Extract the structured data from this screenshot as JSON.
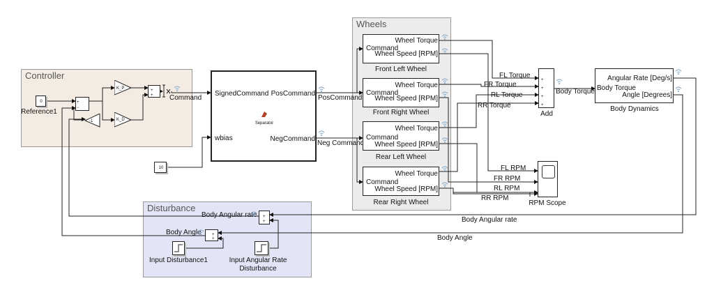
{
  "colors": {
    "controller_area": "#f4ece3",
    "wheels_area": "#ececec",
    "disturbance_area": "#e4e4f7",
    "wifi_icon": "#7fa7cc",
    "separator_icon": "#b0442a"
  },
  "areas": {
    "controller": "Controller",
    "wheels": "Wheels",
    "disturbance": "Disturbance"
  },
  "controller": {
    "reference_value": "0",
    "reference_label": "Reference1",
    "kp": "K_P",
    "kd": "K_D",
    "neg_gain": "-1",
    "output_label": "Command"
  },
  "separator": {
    "in_signed": "SignedCommand",
    "in_wbias": "wbias",
    "out_pos": "PosCommand",
    "out_neg": "NegCommand",
    "icon_label": "Separator",
    "bias_value": "10"
  },
  "signals": {
    "pos_command": "PosCommand",
    "neg_command": "Neg Command",
    "fl_torque": "FL Torque",
    "fr_torque": "FR Torque",
    "rl_torque": "RL Torque",
    "rr_torque": "RR Torque",
    "body_torque": "Body Torque",
    "fl_rpm": "FL RPM",
    "fr_rpm": "FR RPM",
    "rl_rpm": "RL RPM",
    "rr_rpm": "RR RPM",
    "body_angular_rate": "Body Angular rate",
    "body_angle": "Body Angle"
  },
  "wheels": [
    {
      "name": "Front Left Wheel",
      "in_port": "Command",
      "out_torque": "Wheel Torque",
      "out_speed": "Wheel Speed [RPM]"
    },
    {
      "name": "Front Right Wheel",
      "in_port": "Command",
      "out_torque": "Wheel Torque",
      "out_speed": "Wheel Speed [RPM]"
    },
    {
      "name": "Rear Left Wheel",
      "in_port": "Command",
      "out_torque": "Wheel Torque",
      "out_speed": "Wheel Speed [RPM]"
    },
    {
      "name": "Rear Right Wheel",
      "in_port": "Command",
      "out_torque": "Wheel Torque",
      "out_speed": "Wheel Speed [RPM]"
    }
  ],
  "add_block": {
    "name": "Add"
  },
  "scope": {
    "name": "RPM Scope"
  },
  "body_dynamics": {
    "name": "Body Dynamics",
    "in_port": "Body Torque",
    "out_rate": "Angular Rate [Deg/s]",
    "out_angle": "Angle [Degrees]"
  },
  "disturbance": {
    "rate_label": "Body Angular rate",
    "angle_label": "Body Angle",
    "step1": "Input Disturbance1",
    "step2_line1": "Input Angular Rate",
    "step2_line2": "Disturbance"
  }
}
